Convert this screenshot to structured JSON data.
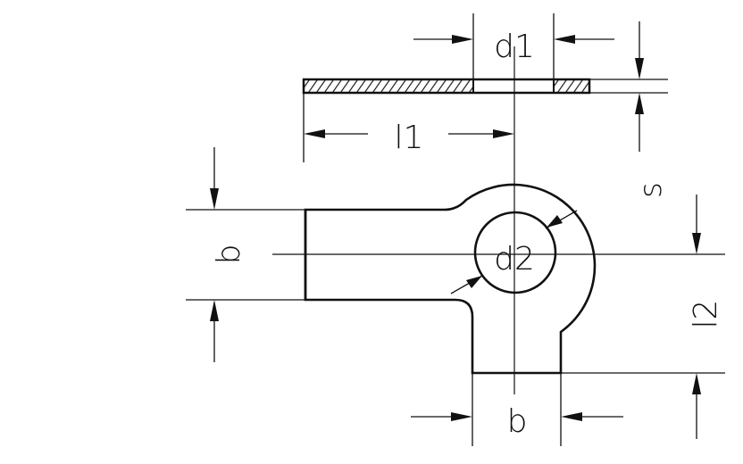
{
  "drawing": {
    "labels": {
      "d1": "d1",
      "l1": "l1",
      "s": "s",
      "b_left": "b",
      "d2": "d2",
      "l2": "l2",
      "b_bottom": "b"
    },
    "colors": {
      "line": "#111111",
      "background": "#ffffff"
    }
  }
}
